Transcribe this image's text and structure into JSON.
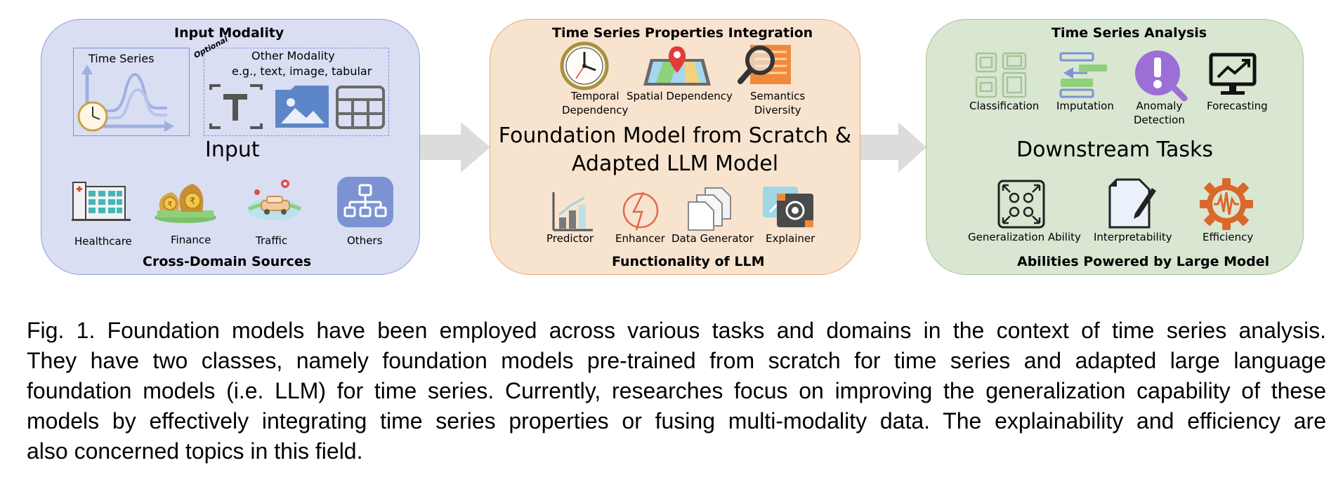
{
  "panel_input": {
    "title": "Input Modality",
    "time_series": "Time Series",
    "optional": "Optional",
    "other_modality": "Other Modality",
    "other_examples": "e.g., text, image, tabular",
    "input_label": "Input",
    "sources": [
      "Healthcare",
      "Finance",
      "Traffic",
      "Others"
    ],
    "footer": "Cross-Domain Sources"
  },
  "panel_model": {
    "title": "Time Series  Properties Integration",
    "properties": [
      {
        "line1": "Temporal",
        "line2": "Dependency"
      },
      {
        "line1": "Spatial Dependency",
        "line2": ""
      },
      {
        "line1": "Semantics",
        "line2": "Diversity"
      }
    ],
    "center_line1": "Foundation Model from Scratch &",
    "center_line2": "Adapted LLM Model",
    "functions": [
      "Predictor",
      "Enhancer",
      "Data Generator",
      "Explainer"
    ],
    "footer": "Functionality of LLM"
  },
  "panel_tasks": {
    "title": "Time Series Analysis",
    "tasks": [
      {
        "line1": "Classification",
        "line2": ""
      },
      {
        "line1": "Imputation",
        "line2": ""
      },
      {
        "line1": "Anomaly",
        "line2": "Detection"
      },
      {
        "line1": "Forecasting",
        "line2": ""
      }
    ],
    "center": "Downstream Tasks",
    "abilities": [
      "Generalization Ability",
      "Interpretability",
      "Efficiency"
    ],
    "footer": "Abilities Powered by Large Model"
  },
  "caption": {
    "lines": [
      "Fig. 1.  Foundation models have been employed across various tasks and domains in the context of time series analysis.",
      "They have two classes, namely foundation models pre-trained from scratch for time series and adapted large language",
      "foundation models (i.e. LLM) for time series. Currently, researches focus on improving the generalization capability of these",
      "models by effectively integrating time series properties or fusing multi-modality data. The explainability and efficiency are",
      "also concerned topics in this field."
    ]
  },
  "colors": {
    "input_bg": "#d9def3",
    "model_bg": "#f8e3cf",
    "tasks_bg": "#d9e6d2",
    "arrow": "#dcdcdc",
    "accent_blue": "#7c93d3",
    "accent_orange": "#e86b3a",
    "accent_purple": "#9b6fd6"
  }
}
